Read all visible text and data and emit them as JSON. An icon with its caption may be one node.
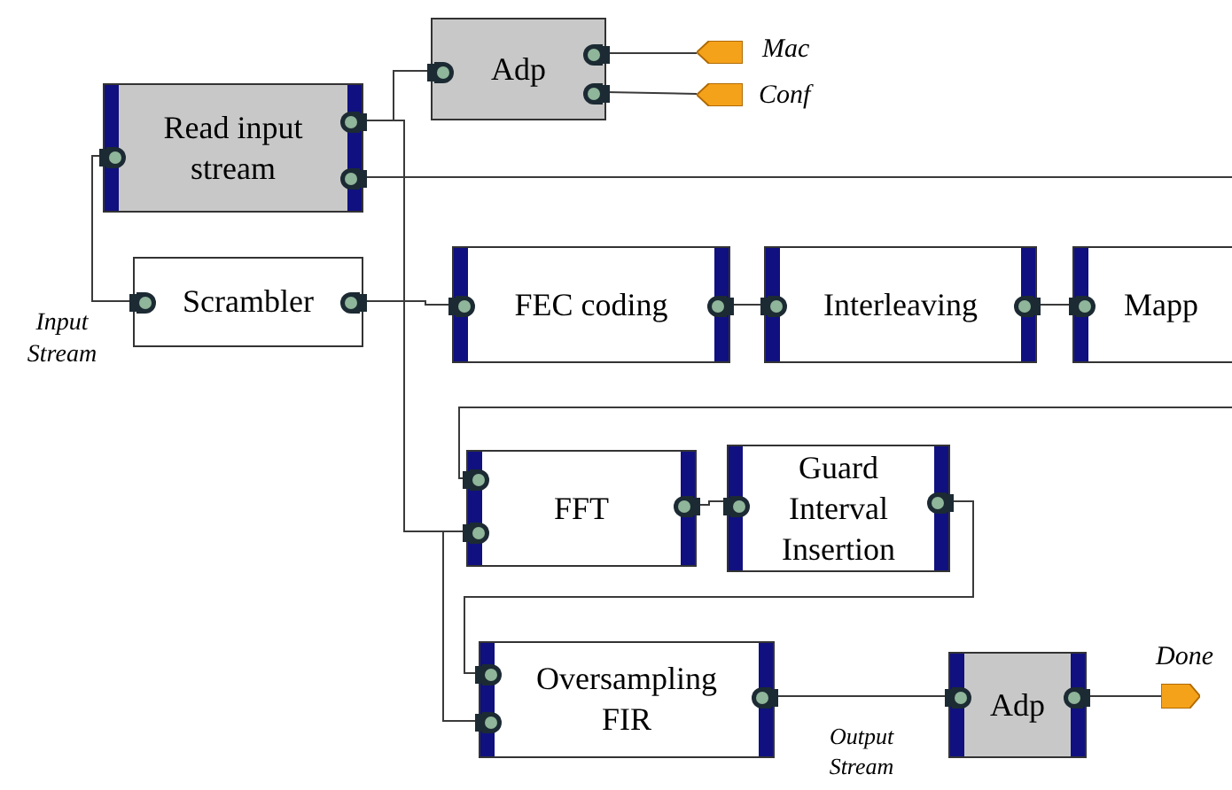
{
  "diagram": {
    "nodes": [
      {
        "text": [
          "Read input stream"
        ]
      },
      {
        "text": [
          "Adp"
        ]
      },
      {
        "text": [],
        "shape": "pentagon",
        "beside": [
          "Mac"
        ]
      },
      {
        "text": [],
        "shape": "pentagon",
        "beside": [
          "Conf"
        ]
      },
      {
        "text": [
          "Scrambler"
        ]
      },
      {
        "text": [
          "FEC coding"
        ]
      },
      {
        "text": [
          "Interleaving"
        ]
      },
      {
        "text": [
          "Mapp"
        ]
      },
      {
        "text": [
          "FFT"
        ]
      },
      {
        "text": [
          "Guard Interval Insertion"
        ]
      },
      {
        "text": [
          "Oversampling FIR"
        ]
      },
      {
        "text": [
          "Adp"
        ]
      },
      {
        "text": [],
        "shape": "pentagon",
        "beside": [
          "Done"
        ]
      }
    ],
    "edges": [
      {
        "from": 0,
        "to": 1,
        "arrow": "none"
      },
      {
        "from": 0,
        "to": 8,
        "arrow": "none"
      },
      {
        "from": 0,
        "to": 10,
        "arrow": "none"
      },
      {
        "from": 0,
        "to": null,
        "arrow": "none"
      },
      {
        "from": 0,
        "to": 4,
        "arrow": "none"
      },
      {
        "from": 4,
        "to": 5,
        "arrow": "none"
      },
      {
        "from": 1,
        "to": 2,
        "arrow": "none"
      },
      {
        "from": 1,
        "to": 3,
        "arrow": "none"
      },
      {
        "from": 5,
        "to": 6,
        "arrow": "none"
      },
      {
        "from": 6,
        "to": 7,
        "arrow": "none"
      },
      {
        "from": null,
        "to": 8,
        "arrow": "none"
      },
      {
        "from": 8,
        "to": 9,
        "arrow": "none"
      },
      {
        "from": 9,
        "to": 10,
        "arrow": "none"
      },
      {
        "from": 10,
        "to": 11,
        "arrow": "none",
        "label": "Output Stream"
      },
      {
        "from": 11,
        "to": 12,
        "arrow": "none"
      }
    ],
    "labels": [
      "Input Stream"
    ]
  }
}
